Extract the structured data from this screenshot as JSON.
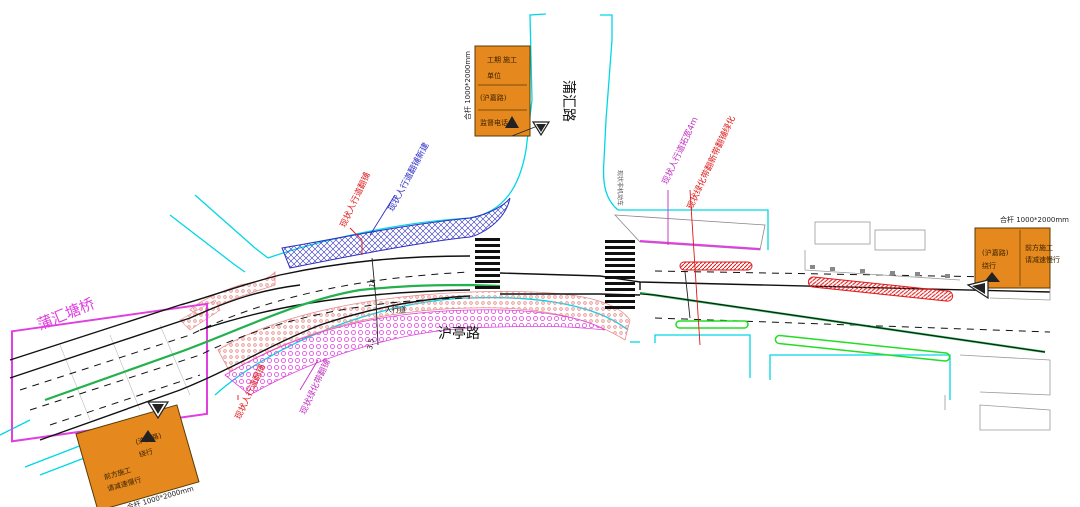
{
  "roads": {
    "bridge": "蒲汇塘桥",
    "huting": "沪亭路",
    "puhui": "蒲汇路",
    "small_label": "现状非机动车"
  },
  "annotations": {
    "nw_1": "现状人行道翻铺",
    "nw_2": "现状人行道翻铺新建",
    "sw_1": "现状人行道翻铺",
    "sw_2": "现状绿化带翻铺",
    "ne_1": "现状人行道拓宽4m",
    "ne_2": "现状绿化带翻新带翻铺绿化",
    "dim_1": "14",
    "dim_2": "3.5",
    "dim_3": "人行道"
  },
  "signs": {
    "north": {
      "size": "合杆 1000*2000mm",
      "lines": [
        "工期",
        "施工",
        "单位",
        "(沪嘉路)",
        "监督电话"
      ]
    },
    "east": {
      "size": "合杆 1000*2000mm",
      "lines": [
        "前方施工",
        "请减速慢行",
        "(沪嘉路)",
        "绕行"
      ]
    },
    "southwest": {
      "size": "合杆 1000*2000mm",
      "lines": [
        "前方施工",
        "请减速慢行",
        "(沪嘉路)",
        "绕行"
      ]
    }
  },
  "colors": {
    "curb": "#00d7e6",
    "road_line": "#111111",
    "median": "#22b14c",
    "sidewalk_hatch": "#e88a8a",
    "green_belt": "#e040e0",
    "blue_area": "#3030c0",
    "sign_fill": "#e5891e",
    "annotation_red": "#e01818",
    "annotation_magenta": "#c030c0",
    "annotation_blue": "#2c2cc8"
  }
}
